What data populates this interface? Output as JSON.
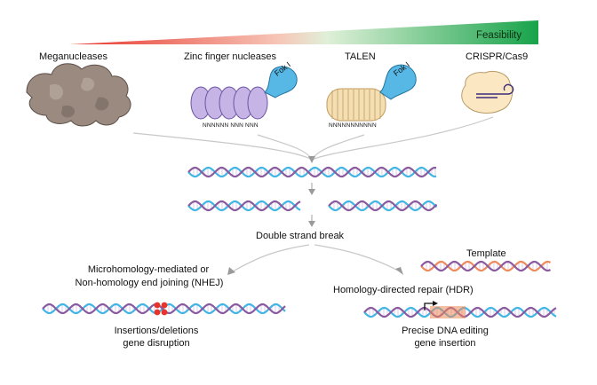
{
  "feasibility_label": "Feasibility",
  "nucleases": [
    {
      "name": "Meganucleases"
    },
    {
      "name": "Zinc finger nucleases",
      "domain_label": "Fok I",
      "sequence": "NNNNNN NNN NNN"
    },
    {
      "name": "TALEN",
      "domain_label": "Fok I",
      "sequence": "NNNNNNNNNNN"
    },
    {
      "name": "CRISPR/Cas9"
    }
  ],
  "double_strand_break": "Double strand break",
  "nhej": {
    "title_line1": "Microhomology-mediated or",
    "title_line2": "Non-homology end joining (NHEJ)",
    "outcome_line1": "Insertions/deletions",
    "outcome_line2": "gene disruption"
  },
  "hdr": {
    "template_label": "Template",
    "title": "Homology-directed repair (HDR)",
    "outcome_line1": "Precise DNA editing",
    "outcome_line2": "gene insertion"
  },
  "colors": {
    "gradient_red": "#e8332a",
    "gradient_green": "#17a34a",
    "dna_blue": "#41b6e6",
    "dna_purple": "#8a5a9e",
    "dna_orange": "#ef8a5a",
    "meganuclease": "#9a8a80",
    "zinc_finger": "#c7b4e6",
    "talen": "#f4dfb5",
    "fok": "#57b8e6",
    "cas9": "#fbe8c2"
  }
}
